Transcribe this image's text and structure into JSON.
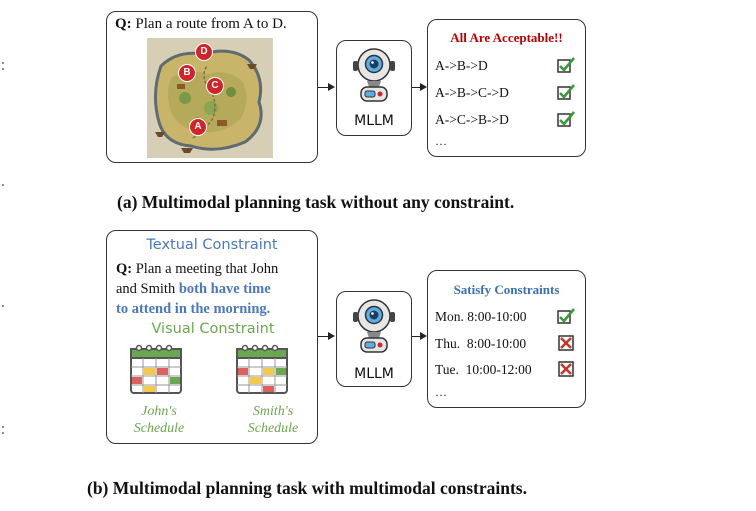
{
  "panel_a": {
    "question_prefix": "Q:",
    "question_text": "Plan a route from A to D.",
    "map_pins": [
      "A",
      "B",
      "C",
      "D"
    ],
    "model_label": "MLLM",
    "output_title": "All Are Acceptable!!",
    "routes": [
      "A->B->D",
      "A->B->C->D",
      "A->C->B->D"
    ],
    "ellipsis": "…",
    "caption": "(a) Multimodal planning task without any constraint."
  },
  "panel_b": {
    "textual_constraint_label": "Textual Constraint",
    "question_prefix": "Q:",
    "question_line1": "Plan a meeting that John",
    "question_line2_plain": "and Smith ",
    "question_line2_emph": "both have time",
    "question_line3_emph": "to attend in the morning.",
    "visual_constraint_label": "Visual Constraint",
    "schedule_john": [
      "John's",
      "Schedule"
    ],
    "schedule_smith": [
      "Smith's",
      "Schedule"
    ],
    "model_label": "MLLM",
    "output_title": "Satisfy Constraints",
    "options": [
      {
        "text": "Mon. 8:00-10:00",
        "ok": true
      },
      {
        "text": "Thu.  8:00-10:00",
        "ok": false
      },
      {
        "text": "Tue.  10:00-12:00",
        "ok": false
      }
    ],
    "ellipsis": "…",
    "caption": "(b) Multimodal planning task with multimodal constraints."
  },
  "colors": {
    "red_title": "#c00000",
    "blue_title": "#3a6fb5",
    "green_label": "#6aa84f",
    "textual_blue": "#4a78c2",
    "check_green": "#3a9a3a",
    "cross_red": "#c0392b"
  }
}
